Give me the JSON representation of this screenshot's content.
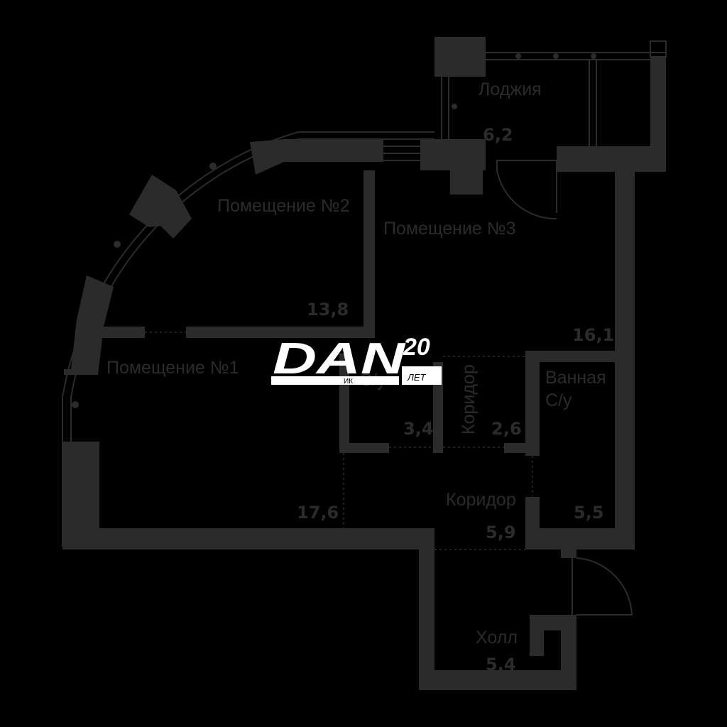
{
  "rooms": [
    {
      "name": "Лоджия",
      "area": "6,2"
    },
    {
      "name": "Помещение №2",
      "area": "13,8"
    },
    {
      "name": "Помещение №3",
      "area": "16,1"
    },
    {
      "name": "Помещение №1",
      "area": "17,6"
    },
    {
      "name": "С/у",
      "area": "3,4"
    },
    {
      "name": "Коридор",
      "area": "2,6"
    },
    {
      "name_line1": "Ванная",
      "name_line2": "С/у",
      "area": "5,5"
    },
    {
      "name": "Коридор",
      "area": "5,9"
    },
    {
      "name": "Холл",
      "area": "5,4"
    }
  ],
  "logo": {
    "text": "DAN",
    "number": "20",
    "sub": "ЛЕТ",
    "small": "ИК"
  },
  "colors": {
    "background": "#000000",
    "plan": "#2b2b2b",
    "logo": "#ffffff"
  }
}
